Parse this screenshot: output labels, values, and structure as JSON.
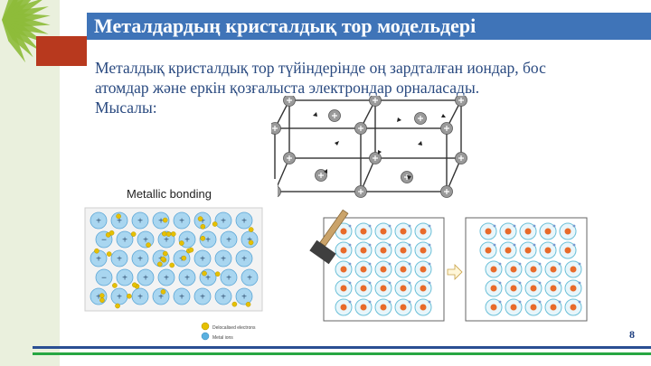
{
  "slide": {
    "title": "Металдардың кристалдық тор модельдері",
    "body_line1": "Металдық кристалдық тор түйіндерінде оң зардталған иондар, бос",
    "body_line2": "атомдар және еркін қозғалыста электрондар орналасады.",
    "body_line3": "Мысалы:",
    "page_number": "8"
  },
  "figures": {
    "metallic_bonding": {
      "title": "Metallic bonding",
      "legend_electrons": "Delocalised electrons",
      "legend_ions": "Metal ions"
    }
  },
  "colors": {
    "title_bar": "#3f74b8",
    "accent_red": "#b8391e",
    "left_strip": "#eaf0dd",
    "pin_green": "#8dbb39",
    "body_text": "#2a4a80",
    "footer_blue": "#2b4f93",
    "footer_green": "#27a642"
  }
}
